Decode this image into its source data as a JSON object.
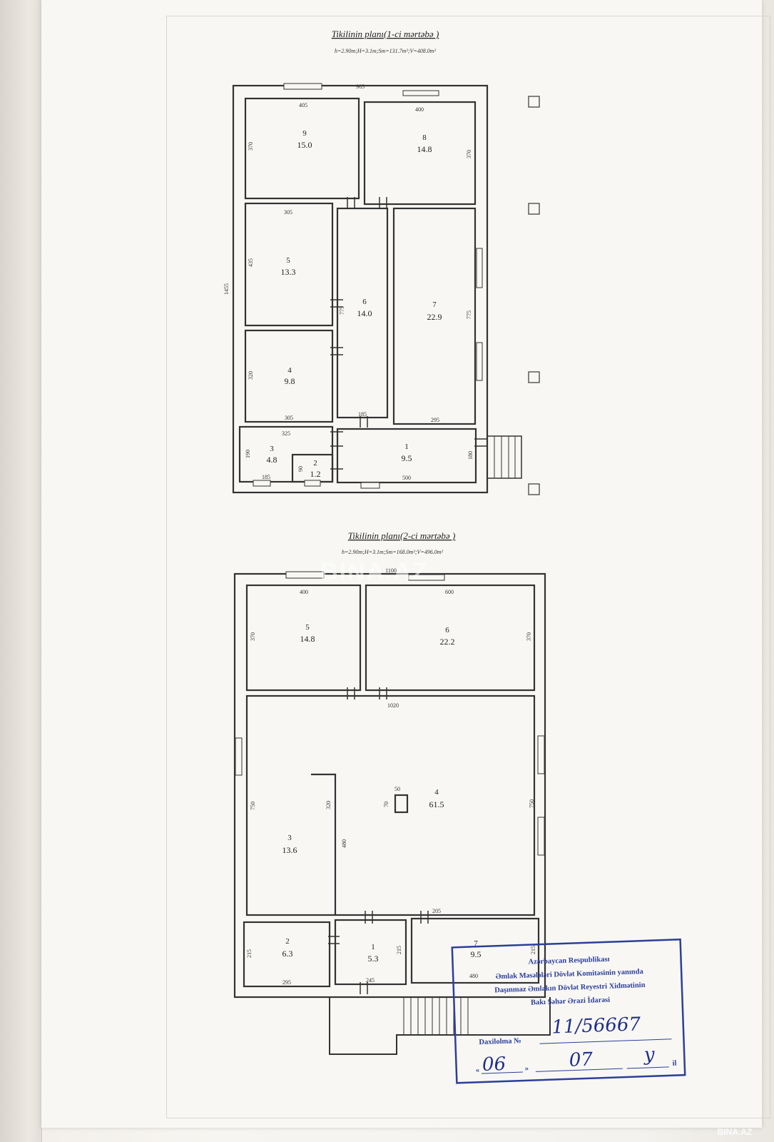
{
  "floor1": {
    "title": "Tikilinin planı(1-ci mərtəbə )",
    "subtitle": "h=2.90m;H=3.1m;Sm=131.7m²;V=408.0m²",
    "rooms": [
      {
        "num": "9",
        "area": "15.0"
      },
      {
        "num": "8",
        "area": "14.8"
      },
      {
        "num": "5",
        "area": "13.3"
      },
      {
        "num": "6",
        "area": "14.0"
      },
      {
        "num": "7",
        "area": "22.9"
      },
      {
        "num": "4",
        "area": "9.8"
      },
      {
        "num": "3",
        "area": "4.8"
      },
      {
        "num": "2",
        "area": "1.2"
      },
      {
        "num": "1",
        "area": "9.5"
      }
    ],
    "dims": [
      "905",
      "405",
      "400",
      "370",
      "370",
      "305",
      "435",
      "1455",
      "775",
      "775",
      "320",
      "305",
      "185",
      "295",
      "325",
      "190",
      "90",
      "185",
      "500",
      "180"
    ]
  },
  "floor2": {
    "title": "Tikilinin planı(2-ci mərtəbə )",
    "subtitle": "h=2.90m;H=3.1m;Sm=168.0m²;V=496.0m²",
    "rooms": [
      {
        "num": "5",
        "area": "14.8"
      },
      {
        "num": "6",
        "area": "22.2"
      },
      {
        "num": "4",
        "area": "61.5"
      },
      {
        "num": "3",
        "area": "13.6"
      },
      {
        "num": "2",
        "area": "6.3"
      },
      {
        "num": "1",
        "area": "5.3"
      },
      {
        "num": "7",
        "area": "9.5"
      }
    ],
    "dims": [
      "1100",
      "400",
      "600",
      "370",
      "370",
      "1020",
      "50",
      "70",
      "750",
      "750",
      "320",
      "480",
      "205",
      "215",
      "215",
      "215",
      "295",
      "245",
      "480"
    ]
  },
  "stamp": {
    "line1": "Azərbaycan Respublikası",
    "line2": "Əmlak Məsələləri Dövlət Komitəsinin yanında",
    "line3": "Daşınmaz Əmlakın Dövlət Reyestri Xidmətinin",
    "line4": "Bakı Şəhər Ərazi İdarəsi",
    "reg_label": "Daxilolma №",
    "reg_number": "11/56667",
    "day": "06",
    "month": "07",
    "year_suffix": "y",
    "year_suffix_label": "il"
  },
  "watermark": {
    "center": "BINA.AZ",
    "corner": "BINA.AZ"
  }
}
